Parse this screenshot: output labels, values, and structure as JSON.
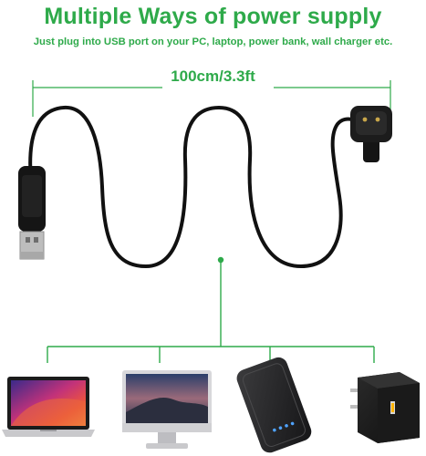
{
  "header": {
    "title": "Multiple Ways of power supply",
    "subtitle": "Just plug into USB port on your PC, laptop, power bank, wall charger etc.",
    "length_label": "100cm/3.3ft"
  },
  "colors": {
    "accent": "#2eaa4a",
    "cable": "#111111"
  },
  "devices": [
    {
      "name": "laptop-icon"
    },
    {
      "name": "desktop-monitor-icon"
    },
    {
      "name": "power-bank-icon"
    },
    {
      "name": "wall-charger-icon"
    }
  ]
}
